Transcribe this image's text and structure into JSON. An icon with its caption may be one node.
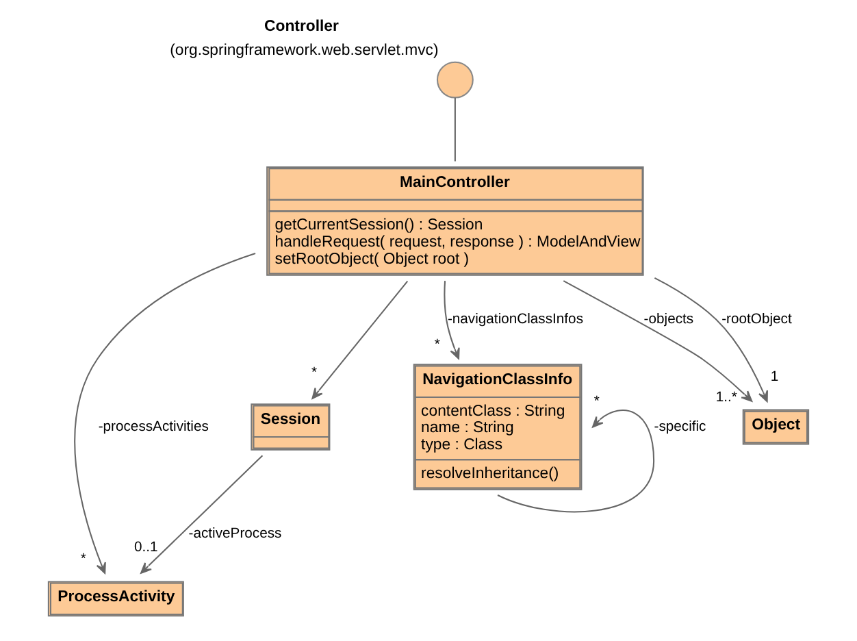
{
  "diagram": {
    "nodes": [
      {
        "text": [
          "Controller",
          "(org.springframework.web.servlet.mvc)"
        ]
      },
      {
        "text": [
          "ProcessActivity"
        ]
      },
      {
        "text": [
          "MainController",
          "getCurrentSession() : Session",
          "handleRequest( request, response ) : ModelAndView",
          "setRootObject( Object root )"
        ]
      },
      {
        "text": [
          "Session"
        ]
      },
      {
        "text": [
          "NavigationClassInfo",
          "contentClass : String",
          "name : String",
          "type : Class",
          "resolveInheritance()"
        ]
      },
      {
        "text": [
          "Object"
        ]
      }
    ],
    "edges": [
      {
        "from": 2,
        "to": 0,
        "arrow": "none"
      },
      {
        "from": 2,
        "to": 1,
        "arrow": "to",
        "label": "-processActivities"
      },
      {
        "from": 3,
        "to": 1,
        "arrow": "to",
        "label": "-activeProcess"
      },
      {
        "from": 2,
        "to": 3,
        "arrow": "to"
      },
      {
        "from": 2,
        "to": 4,
        "arrow": "to",
        "label": "-navigationClassInfos"
      },
      {
        "from": 2,
        "to": 5,
        "arrow": "to",
        "label": "-objects"
      },
      {
        "from": 4,
        "to": 4,
        "arrow": "to",
        "label": "-specific"
      },
      {
        "from": 2,
        "to": 5,
        "arrow": "to",
        "label": "-rootObject"
      }
    ],
    "labels": [
      "*",
      "0..1",
      "*",
      "*",
      "1..*",
      "1",
      "*"
    ]
  }
}
